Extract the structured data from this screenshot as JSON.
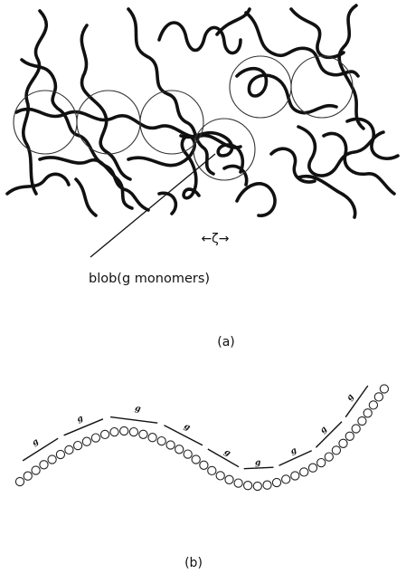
{
  "panel_a": {
    "zeta_label": "←ζ→",
    "blob_label": "blob(g monomers)",
    "caption": "(a)"
  },
  "panel_b": {
    "segment_label": "g",
    "caption": "(b)"
  }
}
